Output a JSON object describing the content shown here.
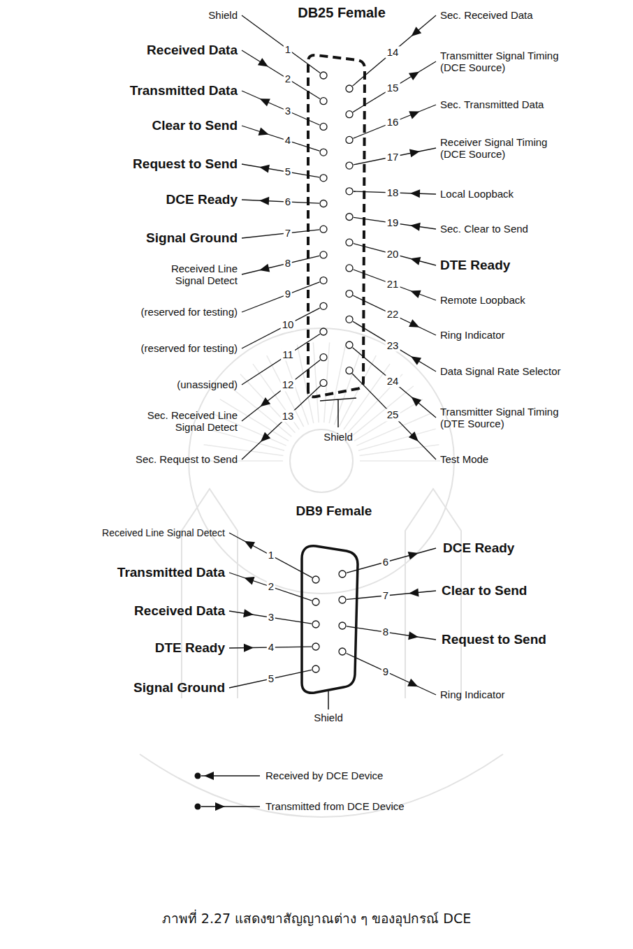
{
  "diagram": {
    "caption": "ภาพที่ 2.27 แสดงขาสัญญาณต่าง ๆ ของอุปกรณ์ DCE",
    "labels": [
      "DB25 Female",
      "Shield",
      "Received Data",
      "Transmitted Data",
      "Clear to Send",
      "Request to Send",
      "DCE Ready",
      "Signal Ground",
      "Received Line Signal Detect",
      "(reserved for testing)",
      "(reserved for testing)",
      "(unassigned)",
      "Sec. Received Line Signal Detect",
      "Sec. Request to Send",
      "Sec. Received Data",
      "Transmitter Signal Timing (DCE Source)",
      "Sec. Transmitted Data",
      "Receiver Signal Timing (DCE Source)",
      "Local Loopback",
      "Sec. Clear to Send",
      "DTE Ready",
      "Remote Loopback",
      "Ring Indicator",
      "Data Signal Rate Selector",
      "Transmitter Signal Timing (DTE Source)",
      "Test Mode",
      "Shield",
      "1",
      "2",
      "3",
      "4",
      "5",
      "6",
      "7",
      "8",
      "9",
      "10",
      "11",
      "12",
      "13",
      "14",
      "15",
      "16",
      "17",
      "18",
      "19",
      "20",
      "21",
      "22",
      "23",
      "24",
      "25",
      "DB9 Female",
      "Received Line Signal Detect",
      "Transmitted Data",
      "Received Data",
      "DTE Ready",
      "Signal Ground",
      "DCE Ready",
      "Clear to Send",
      "Request to Send",
      "Ring Indicator",
      "Shield",
      "1",
      "2",
      "3",
      "4",
      "5",
      "6",
      "7",
      "8",
      "9"
    ],
    "legend": [
      {
        "text": "Received by DCE Device"
      },
      {
        "text": "Transmitted from DCE Device"
      }
    ]
  }
}
